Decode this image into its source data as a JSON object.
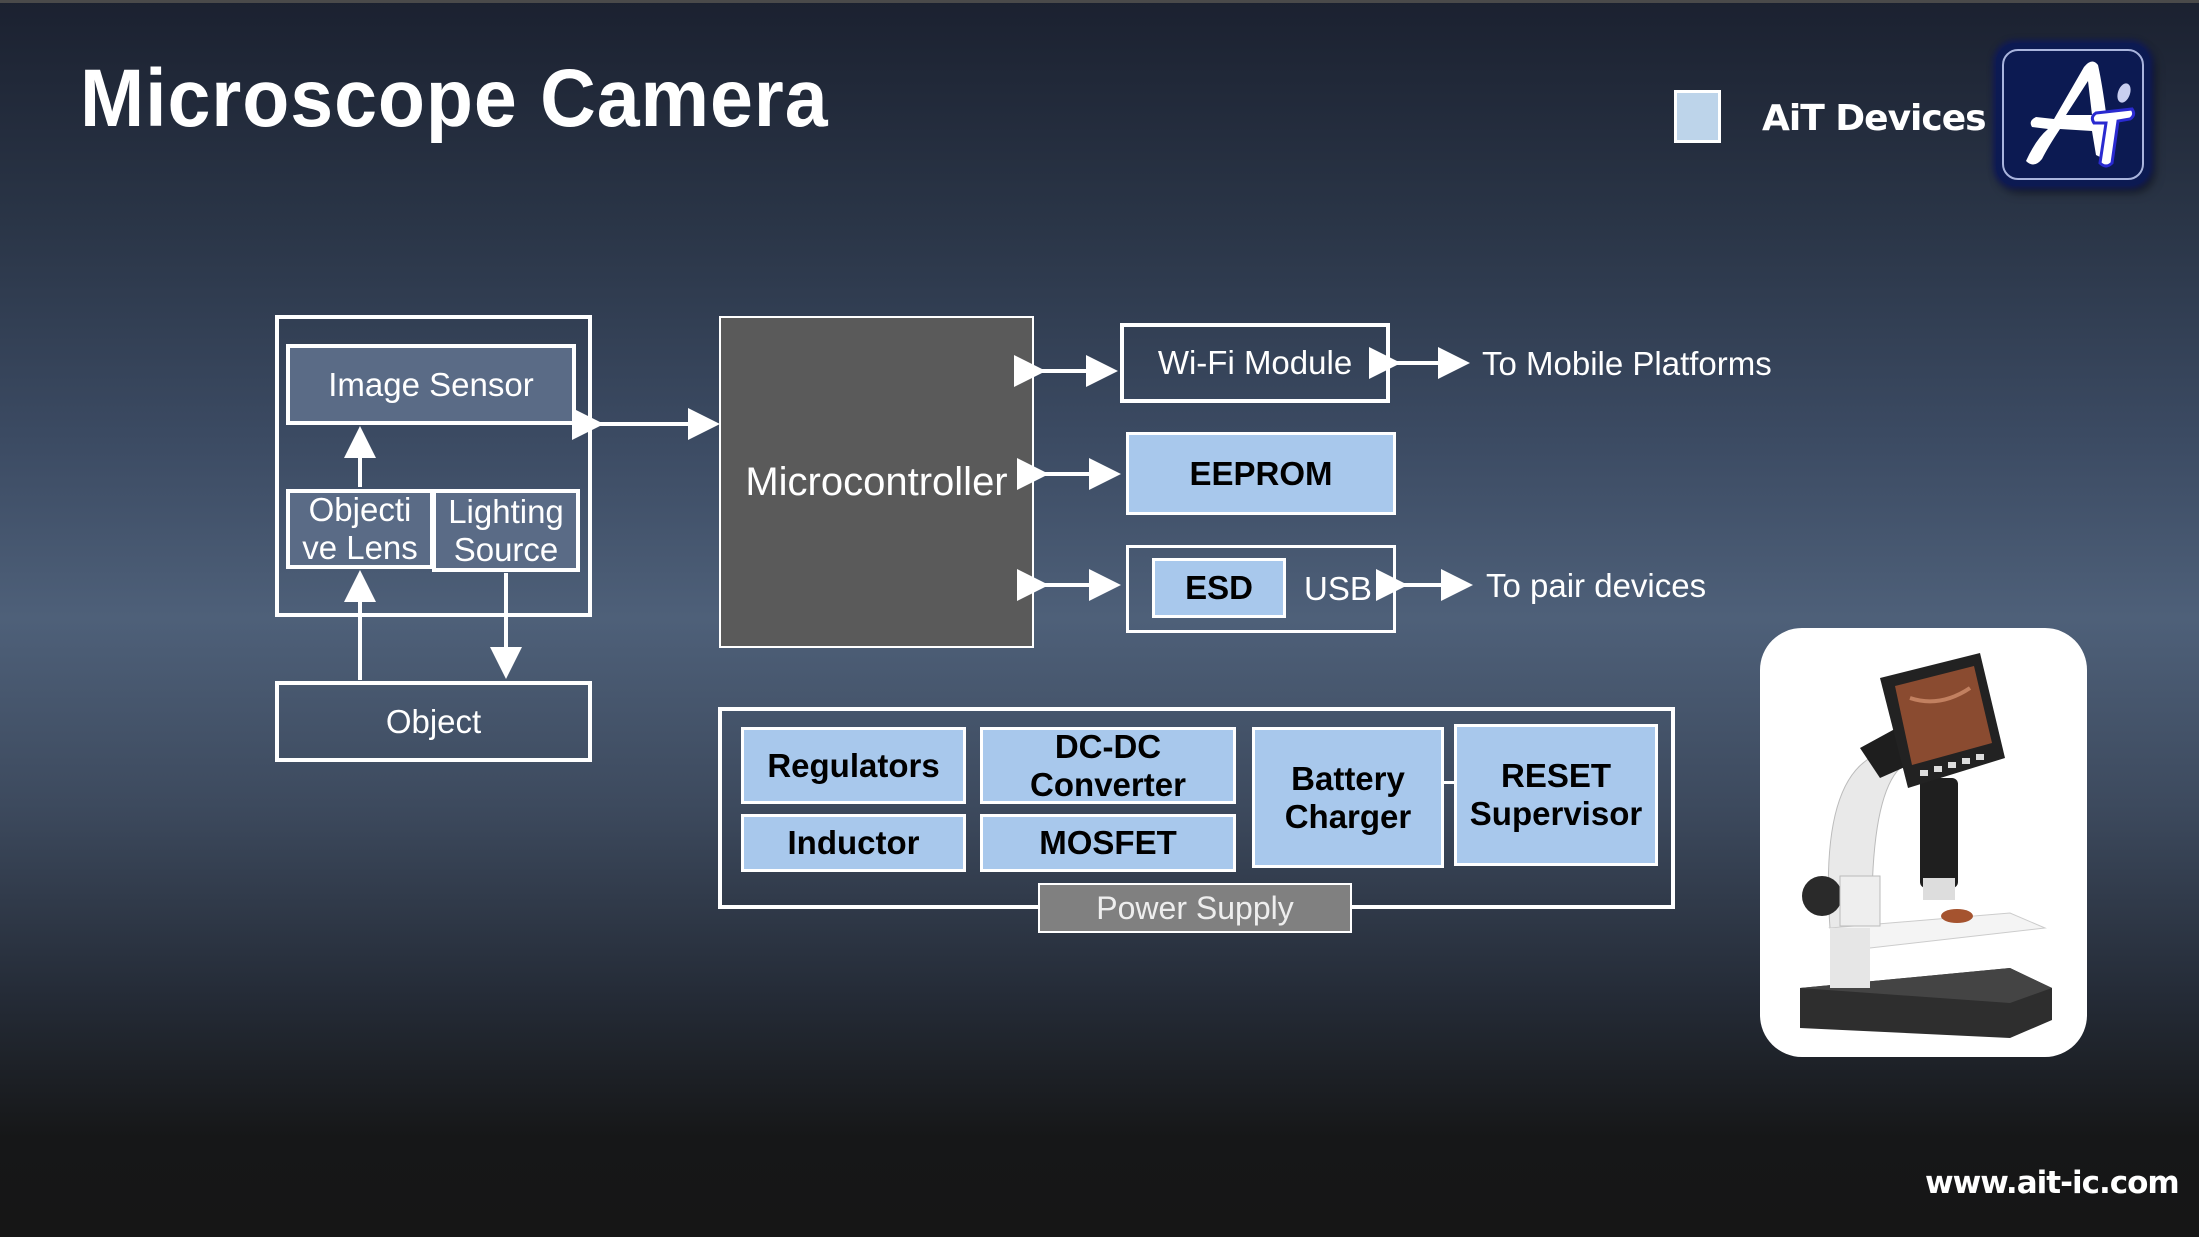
{
  "slide": {
    "title": "Microscope Camera",
    "legend": {
      "label": "AiT Devices",
      "swatch_color": "#bdd4ea"
    },
    "logo": {
      "icon": "ait-logo-icon",
      "text": "AiT"
    },
    "footer_url": "www.ait-ic.com"
  },
  "optics": {
    "image_sensor": "Image Sensor",
    "objective_lens_line1": "Objecti",
    "objective_lens_line2": "ve Lens",
    "lighting_line1": "Lighting",
    "lighting_line2": "Source",
    "object": "Object"
  },
  "core": {
    "microcontroller": "Microcontroller"
  },
  "peripherals": {
    "wifi": "Wi-Fi Module",
    "wifi_target": "To Mobile Platforms",
    "eeprom": "EEPROM",
    "esd": "ESD",
    "usb": "USB",
    "usb_target": "To pair devices"
  },
  "power": {
    "label": "Power Supply",
    "regulators": "Regulators",
    "dcdc_line1": "DC-DC",
    "dcdc_line2": "Converter",
    "inductor": "Inductor",
    "mosfet": "MOSFET",
    "battery_line1": "Battery",
    "battery_line2": "Charger",
    "reset_line1": "RESET",
    "reset_line2": "Supervisor"
  },
  "colors": {
    "ait_device_fill": "#a8c8ec",
    "microcontroller_fill": "#5a5a5a",
    "power_label_fill": "#808080",
    "slate_fill": "#5a6b86"
  },
  "product_image": {
    "icon": "digital-microscope-photo"
  }
}
